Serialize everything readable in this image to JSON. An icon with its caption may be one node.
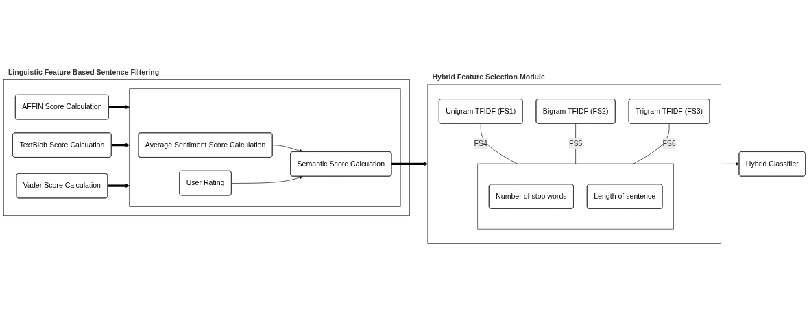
{
  "diagram": {
    "nodes": [
      {
        "text": [
          "Linguistic Feature Based Sentence Filtering"
        ]
      },
      {
        "text": [
          "AFFIN Score Calculation"
        ],
        "in": 0
      },
      {
        "text": [
          "TextBlob Score Calcuation"
        ],
        "in": 0
      },
      {
        "text": [
          "Vader Score Calculation"
        ],
        "in": 0
      },
      {
        "text": [],
        "shape": "box",
        "in": 0
      },
      {
        "text": [
          "Average Sentiment Score Calculation"
        ],
        "in": 4
      },
      {
        "text": [
          "User Rating"
        ],
        "in": 4
      },
      {
        "text": [
          "Semantic Score Calcuation"
        ],
        "in": 4
      },
      {
        "text": [
          "Hybrid Feature Selection Module"
        ]
      },
      {
        "text": [
          "Unigram TFIDF (FS1)"
        ],
        "in": 8
      },
      {
        "text": [
          "Bigram TFIDF (FS2)"
        ],
        "in": 8
      },
      {
        "text": [
          "Trigram TFIDF (FS3)"
        ],
        "in": 8
      },
      {
        "text": [],
        "shape": "box",
        "in": 8
      },
      {
        "text": [
          "Number of stop words"
        ],
        "in": 12
      },
      {
        "text": [
          "Length of sentence"
        ],
        "in": 12
      },
      {
        "text": [
          "Hybrid Classifier"
        ]
      }
    ],
    "edges": [
      {
        "from": 1,
        "to": 4,
        "arrow": "to",
        "style": "thick"
      },
      {
        "from": 2,
        "to": 4,
        "arrow": "to",
        "style": "thick"
      },
      {
        "from": 3,
        "to": 4,
        "arrow": "to",
        "style": "thick"
      },
      {
        "from": 5,
        "to": 7,
        "arrow": "to"
      },
      {
        "from": 6,
        "to": 7,
        "arrow": "to"
      },
      {
        "from": 7,
        "to": 8,
        "arrow": "to",
        "style": "thick"
      },
      {
        "from": 9,
        "to": 12,
        "arrow": "none",
        "label": "FS4"
      },
      {
        "from": 10,
        "to": 12,
        "arrow": "none",
        "label": "FS5"
      },
      {
        "from": 11,
        "to": 12,
        "arrow": "none",
        "label": "FS6"
      },
      {
        "from": 8,
        "to": 15,
        "arrow": "to"
      }
    ]
  }
}
